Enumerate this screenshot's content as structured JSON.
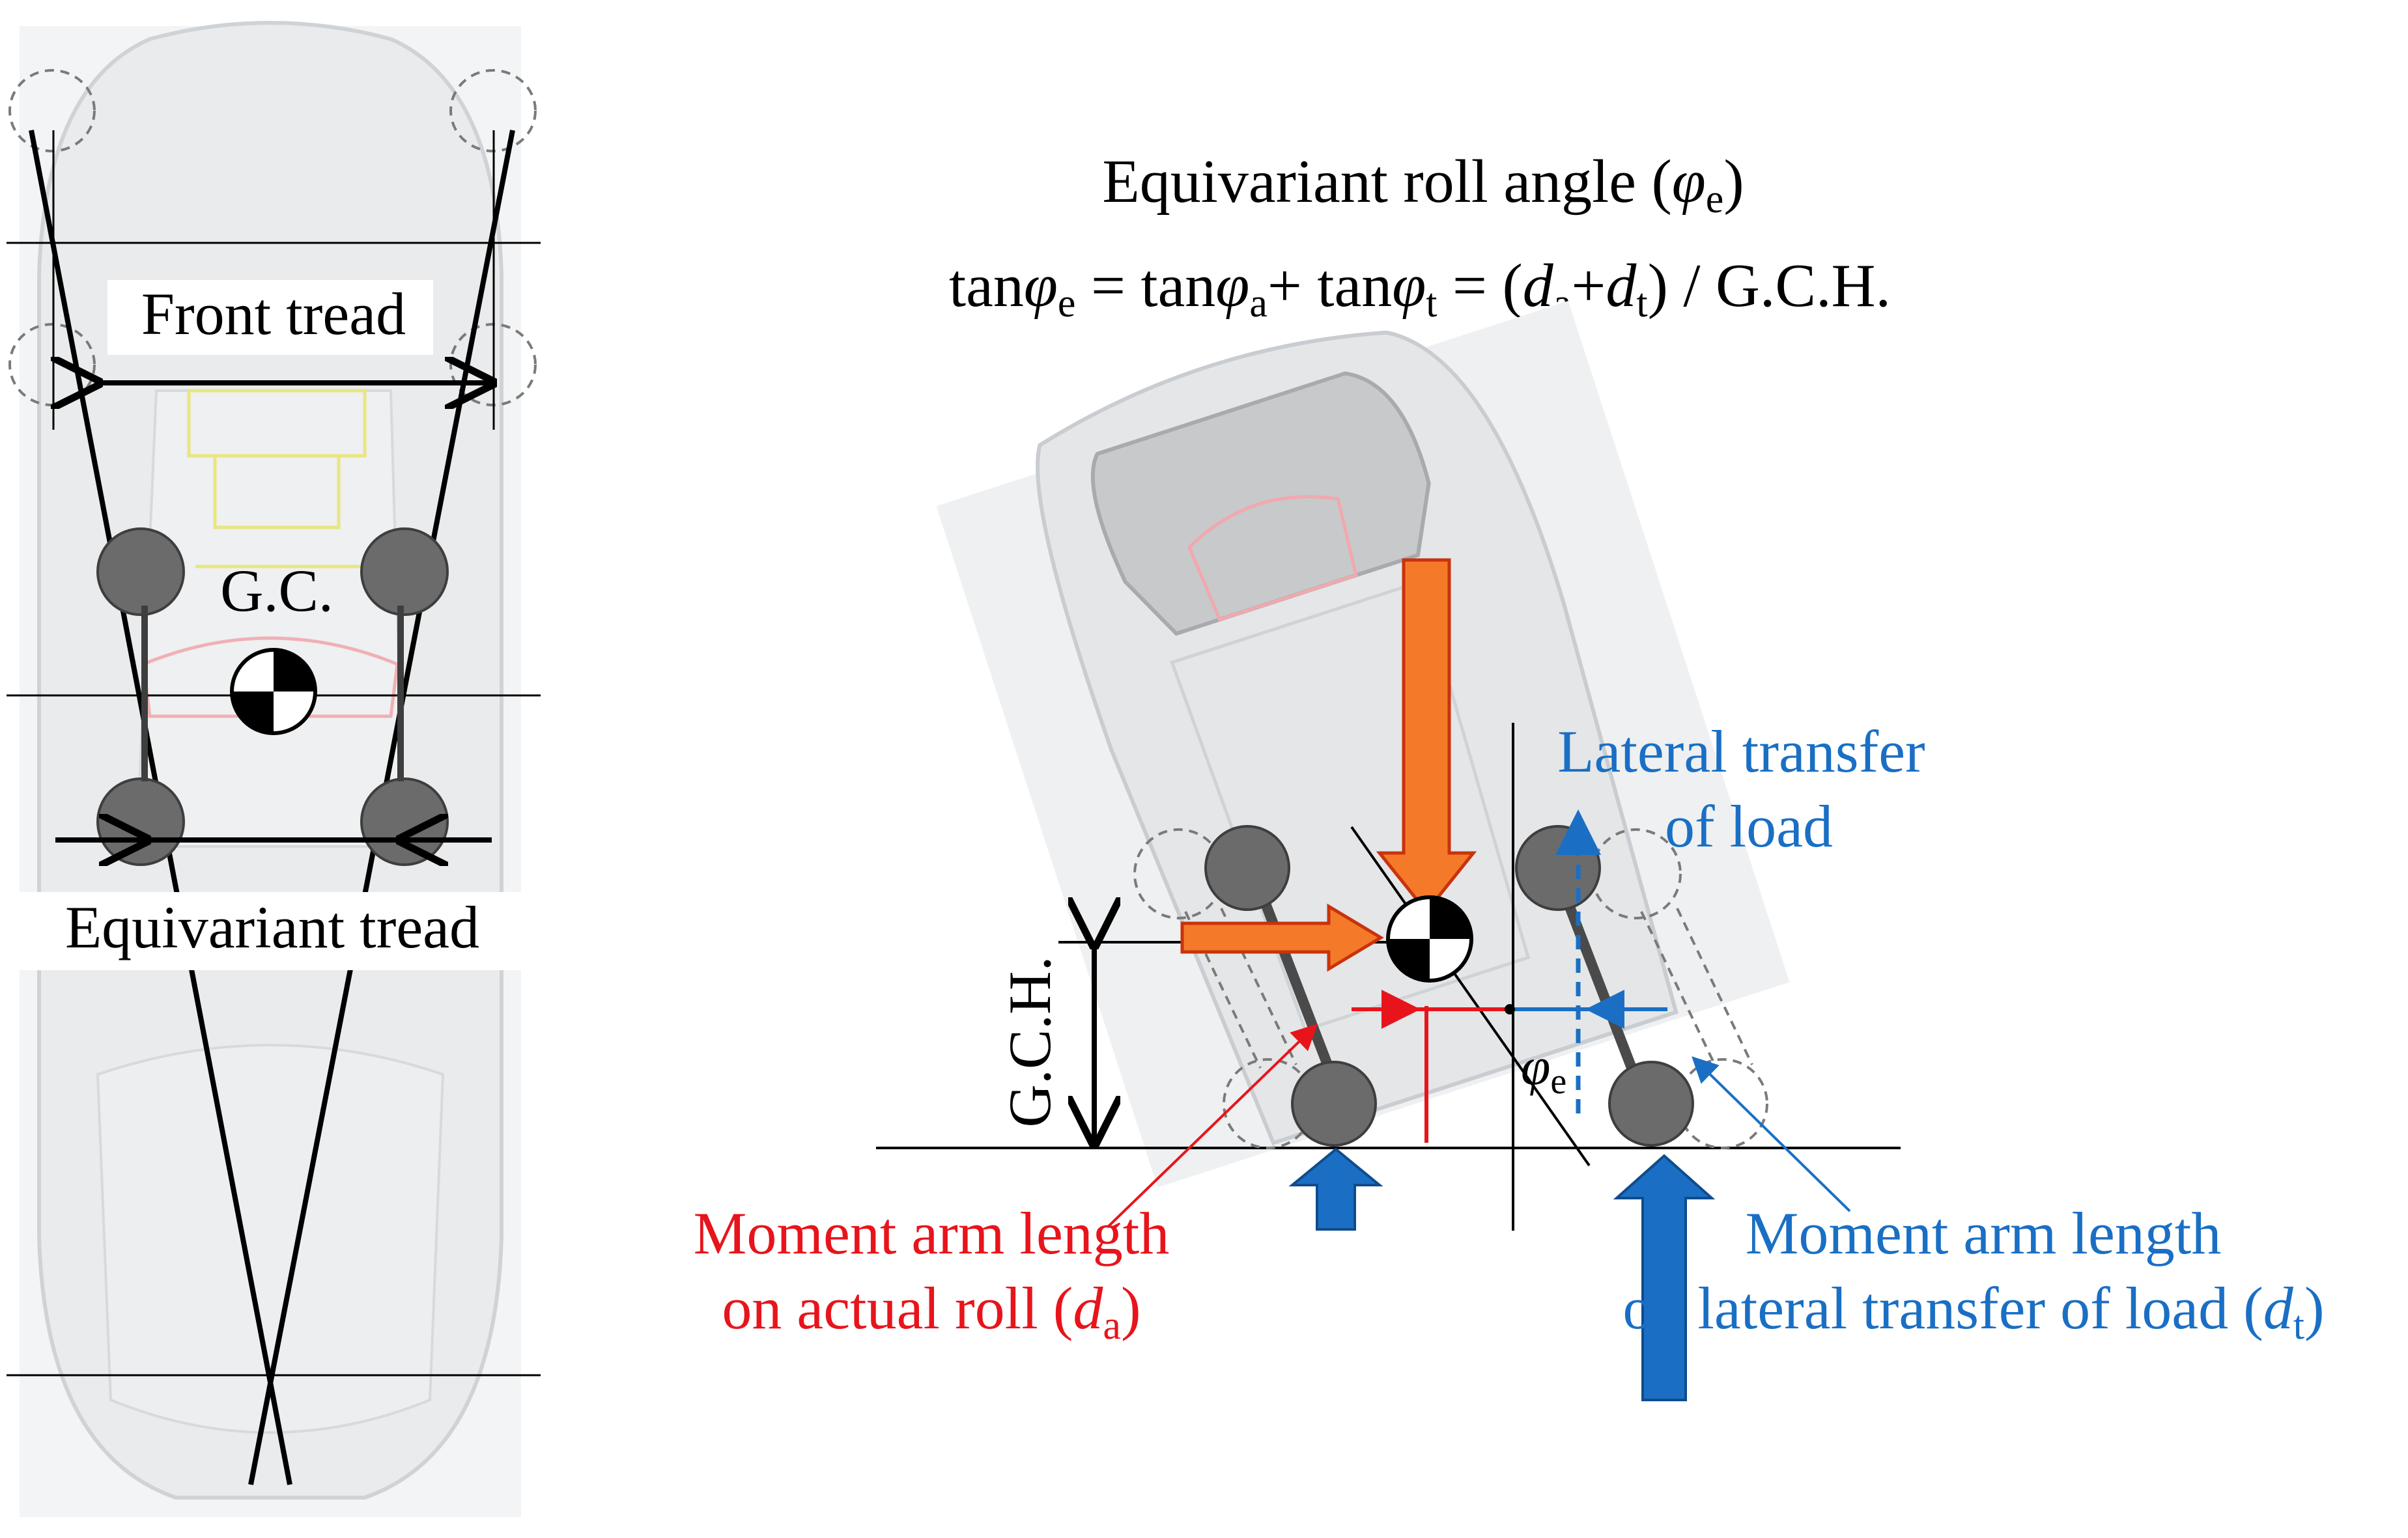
{
  "left_panel": {
    "front_tread_label": "Front tread",
    "gc_label": "G.C.",
    "equivariant_tread_label": "Equivariant tread"
  },
  "right_panel": {
    "title": "Equivariant  roll angle (",
    "title_phi": "φ",
    "title_sub": "e",
    "title_close": ")",
    "formula": {
      "p1": "tan",
      "phi_e": "φ",
      "sub_e": "e",
      "p2": " = tan",
      "phi_a": "φ",
      "sub_a": "a",
      "p3": "+ tan",
      "phi_t": "φ",
      "sub_t": "t",
      "p4": " = (",
      "d1": "d",
      "d1_sub": "a",
      "plus": "+",
      "d2": "d",
      "d2_sub": "t",
      "p5": ") / G.C.H."
    },
    "gch_label": "G.C.H.",
    "phi_e_label": "φ",
    "phi_e_sub": "e",
    "lateral_transfer_line1": "Lateral transfer",
    "lateral_transfer_line2": "of load",
    "moment_actual_line1": "Moment arm length",
    "moment_actual_line2": "on actual roll (",
    "moment_actual_d": "d",
    "moment_actual_sub": "a",
    "moment_actual_close": ")",
    "moment_lateral_line1": "Moment arm length",
    "moment_lateral_line2": "on lateral transfer of load (",
    "moment_lateral_d": "d",
    "moment_lateral_sub": "t",
    "moment_lateral_close": ")"
  },
  "colors": {
    "red": "#e8141c",
    "blue": "#1a6fc4",
    "orange": "#f47a2a",
    "wheel": "#6b6b6b",
    "ghost_body": "#e6e8ea"
  }
}
